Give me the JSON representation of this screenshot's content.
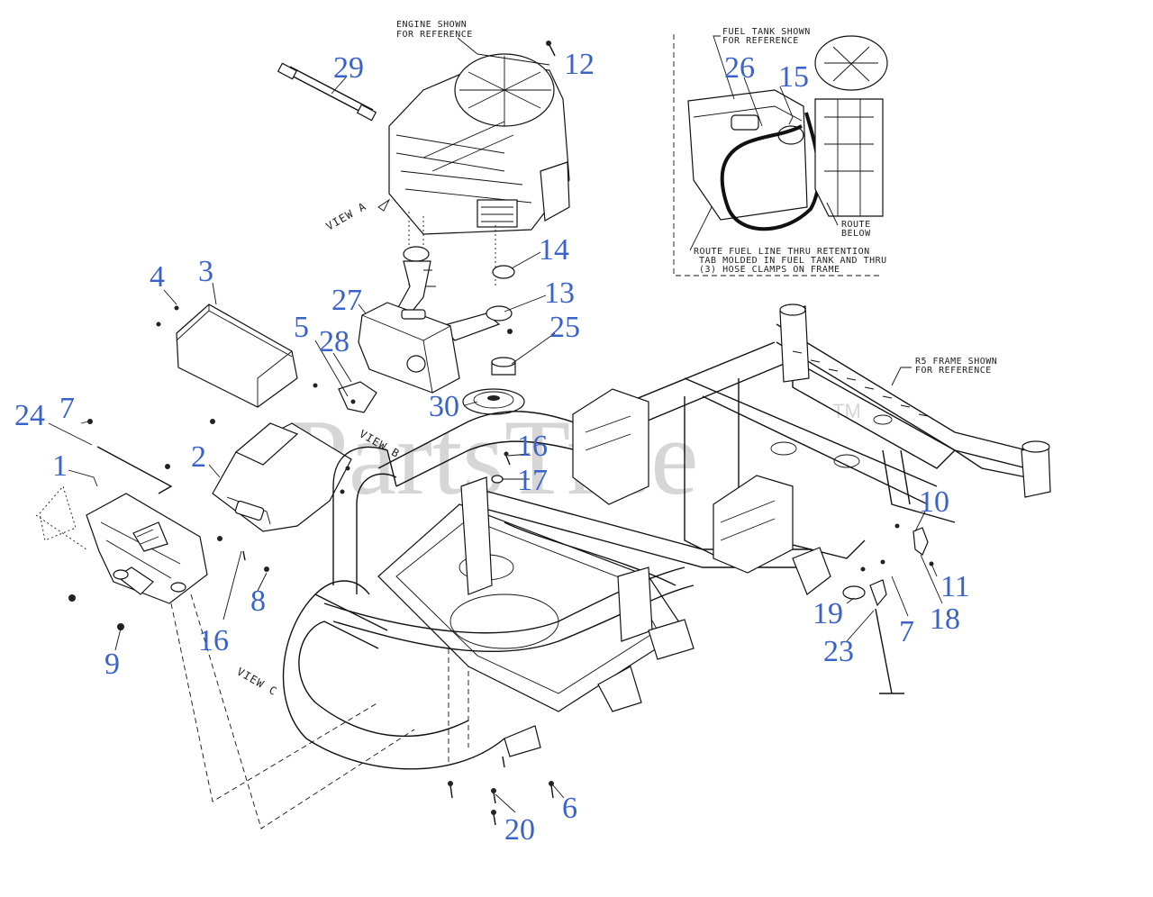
{
  "watermark": {
    "text": "PartsTree",
    "tm": "TM"
  },
  "notes": {
    "engine_line1": "ENGINE SHOWN",
    "engine_line2": "FOR REFERENCE",
    "fuel_tank_line1": "FUEL TANK SHOWN",
    "fuel_tank_line2": "FOR REFERENCE",
    "route_fuel_line1": "ROUTE FUEL LINE THRU RETENTION",
    "route_fuel_line2": "TAB MOLDED IN FUEL TANK AND THRU",
    "route_fuel_line3": "(3) HOSE CLAMPS ON FRAME",
    "route_side_1": "ROUTE",
    "route_side_2": "BELOW",
    "frame_line1": "R5 FRAME SHOWN",
    "frame_line2": "FOR REFERENCE",
    "view_a": "VIEW A",
    "view_b": "VIEW B",
    "view_c": "VIEW C"
  },
  "callouts": {
    "c1": "1",
    "c2": "2",
    "c3": "3",
    "c4": "4",
    "c5": "5",
    "c6": "6",
    "c7a": "7",
    "c7b": "7",
    "c8": "8",
    "c9": "9",
    "c10": "10",
    "c11": "11",
    "c12": "12",
    "c13": "13",
    "c14": "14",
    "c15": "15",
    "c16a": "16",
    "c16b": "16",
    "c17": "17",
    "c18": "18",
    "c19": "19",
    "c20": "20",
    "c23": "23",
    "c24": "24",
    "c25": "25",
    "c26": "26",
    "c27": "27",
    "c28": "28",
    "c29": "29",
    "c30": "30"
  }
}
